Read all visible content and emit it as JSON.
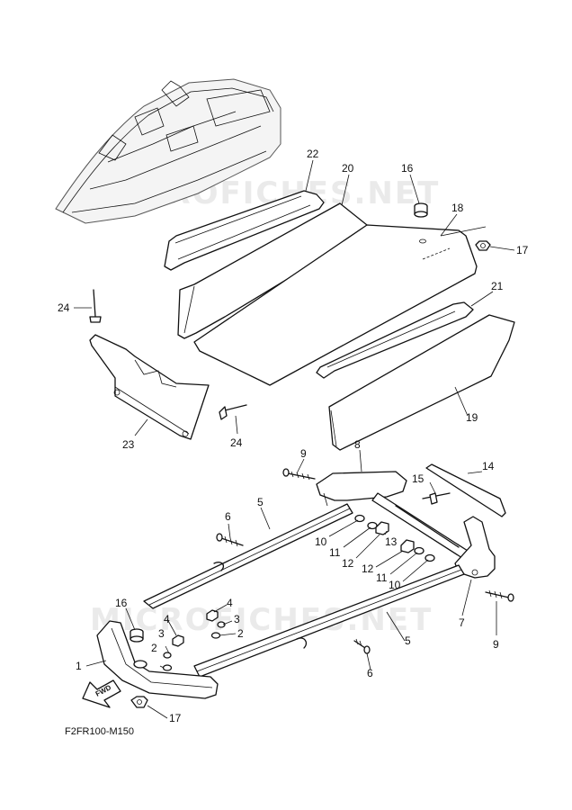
{
  "watermark": {
    "text_top": "MICROFICHES.NET",
    "text_bottom": "MICROFICHES.NET"
  },
  "figure_code": "F2FR100-M150",
  "fwd_label": "FWD",
  "callouts": {
    "c22": "22",
    "c20": "20",
    "c16_top": "16",
    "c18": "18",
    "c17_top": "17",
    "c21": "21",
    "c24_left": "24",
    "c24_bottom": "24",
    "c23": "23",
    "c19": "19",
    "c9_top": "9",
    "c8": "8",
    "c15": "15",
    "c14": "14",
    "c6_left": "6",
    "c5_top": "5",
    "c10_a": "10",
    "c11_a": "11",
    "c12_a": "12",
    "c13": "13",
    "c12_b": "12",
    "c11_b": "11",
    "c10_b": "10",
    "c7": "7",
    "c9_right": "9",
    "c16_bottom": "16",
    "c4_a": "4",
    "c3_a": "3",
    "c4_b": "4",
    "c3_b": "3",
    "c2_a": "2",
    "c2_b": "2",
    "c1": "1",
    "c5_bottom": "5",
    "c6_bottom": "6",
    "c17_bottom": "17"
  }
}
